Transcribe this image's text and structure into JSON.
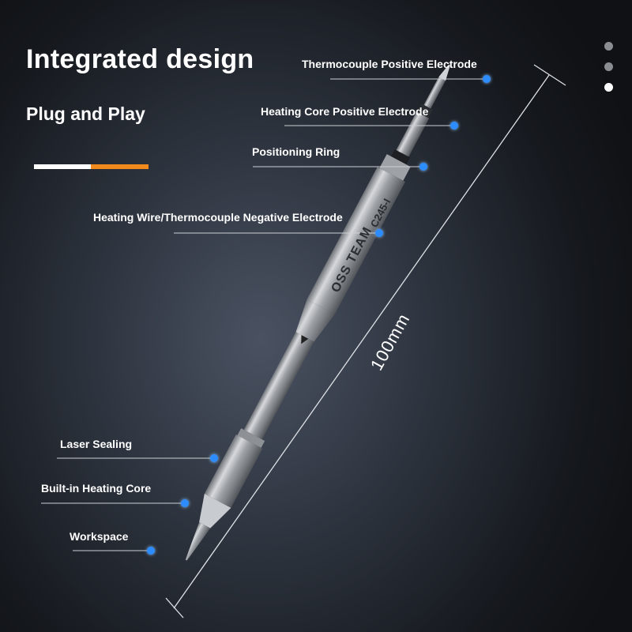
{
  "header": {
    "title": "Integrated design",
    "subtitle": "Plug and Play"
  },
  "pager": {
    "count": 3,
    "active_index": 2
  },
  "tip": {
    "brand_text": "OSS TEAM",
    "model_text": "C245-I",
    "length_label": "100mm"
  },
  "callouts": [
    {
      "label": "Thermocouple Positive Electrode"
    },
    {
      "label": "Heating Core Positive Electrode"
    },
    {
      "label": "Positioning Ring"
    },
    {
      "label": "Heating Wire/Thermocouple Negative Electrode"
    },
    {
      "label": "Laser Sealing"
    },
    {
      "label": "Built-in Heating Core"
    },
    {
      "label": "Workspace"
    }
  ],
  "colors": {
    "accent_orange": "#f08a1c",
    "marker_blue": "#2d8cff",
    "metal": "#b9bcc0"
  }
}
